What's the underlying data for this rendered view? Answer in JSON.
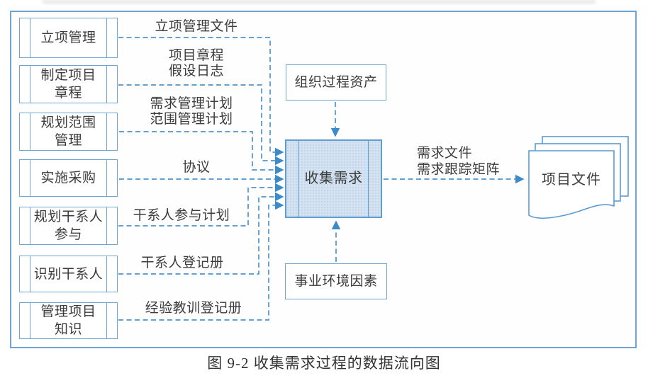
{
  "figure": {
    "caption": "图 9-2  收集需求过程的数据流向图"
  },
  "diagram": {
    "sources": [
      {
        "label": "立项管理",
        "flow_label": "立项管理文件"
      },
      {
        "label": "制定项目\n章程",
        "flow_label": "项目章程\n假设日志"
      },
      {
        "label": "规划范围\n管理",
        "flow_label": "需求管理计划\n范围管理计划"
      },
      {
        "label": "实施采购",
        "flow_label": "协议"
      },
      {
        "label": "规划干系人\n参与",
        "flow_label": "干系人参与计划"
      },
      {
        "label": "识别干系人",
        "flow_label": "干系人登记册"
      },
      {
        "label": "管理项目\n知识",
        "flow_label": "经验教训登记册"
      }
    ],
    "central_process": {
      "label": "收集需求"
    },
    "top_input": {
      "label": "组织过程资产"
    },
    "bottom_input": {
      "label": "事业环境因素"
    },
    "output_flow_label": "需求文件\n需求跟踪矩阵",
    "output_target": {
      "label": "项目文件"
    },
    "colors": {
      "line_blue": "#4e93cb",
      "border_blue": "#6ea6d3",
      "central_fill": "#d5e2f1",
      "text": "#3c3c3c"
    }
  }
}
